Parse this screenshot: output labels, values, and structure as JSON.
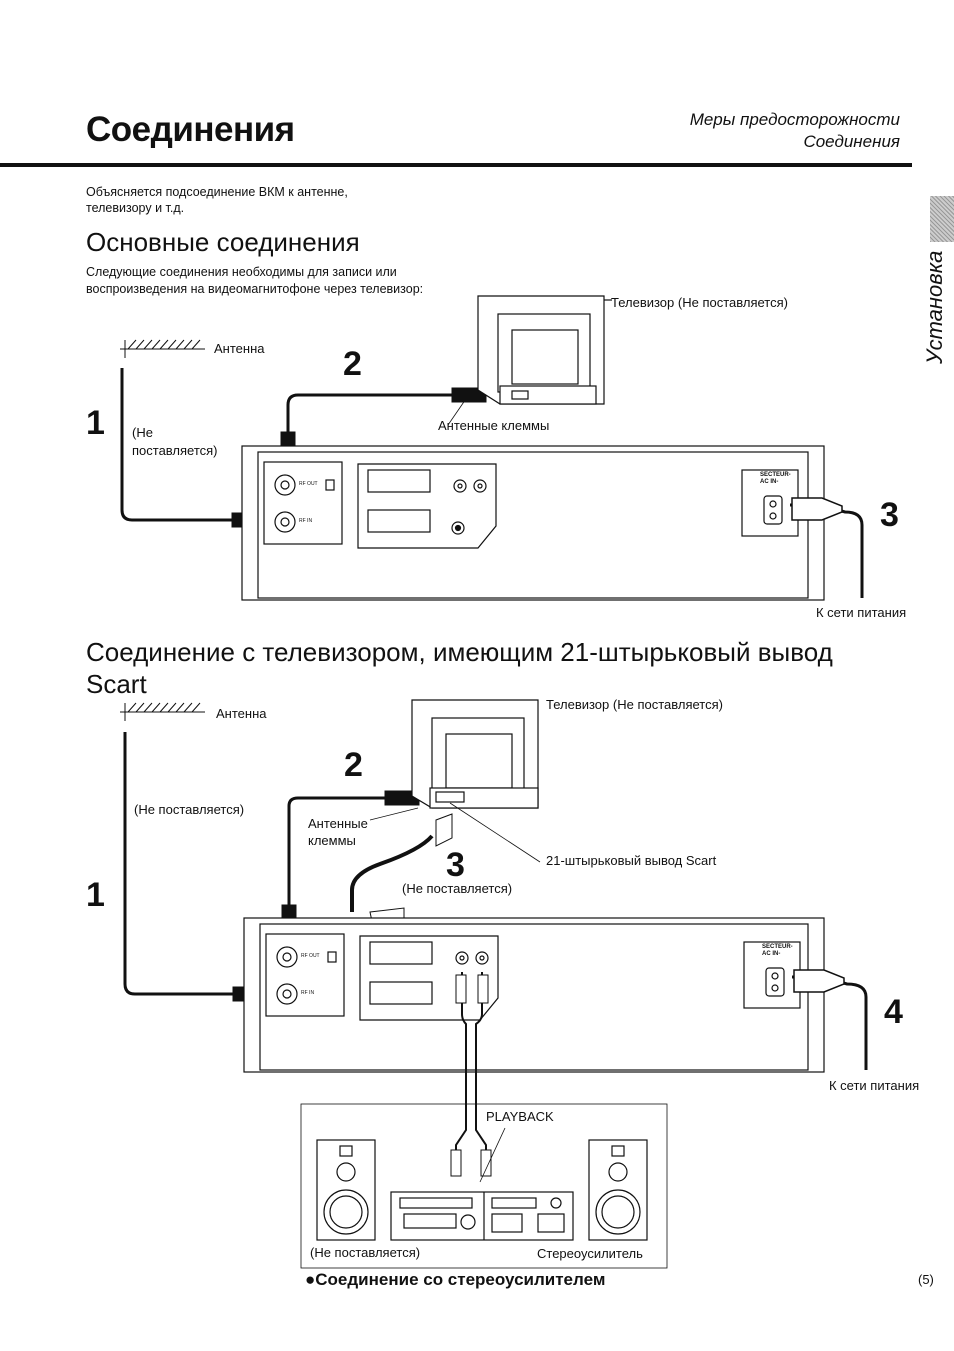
{
  "header": {
    "title": "Соединения",
    "breadcrumb_line1": "Меры предосторожности",
    "breadcrumb_line2": "Соединения"
  },
  "intro": "Объясняется подсоединение ВКМ к антенне, телевизору и т.д.",
  "side_tab": "Установка",
  "section1": {
    "heading": "Основные соединения",
    "paragraph": "Следующие соединения необходимы для записи или воспроизведения на видеомагнитофоне через телевизор:",
    "tv_label": "Телевизор (Не поставляется)",
    "antenna_label": "Антенна",
    "not_supplied": "(Не поставляется)",
    "antenna_terminals": "Антенные клеммы",
    "power_label": "К сети питания",
    "step1": "1",
    "step2": "2",
    "step3": "3"
  },
  "section2": {
    "heading": "Соединение с телевизором, имеющим 21-штырьковый вывод Scart",
    "tv_label": "Телевизор (Не поставляется)",
    "antenna_label": "Антенна",
    "not_supplied_1": "(Не поставляется)",
    "antenna_terminals_1": "Антенные",
    "antenna_terminals_2": "клеммы",
    "scart_label": "21-штырьковый вывод Scart",
    "not_supplied_2": "(Не поставляется)",
    "power_label": "К сети питания",
    "step1": "1",
    "step2": "2",
    "step3": "3",
    "step4": "4"
  },
  "stereo": {
    "playback": "PLAYBACK",
    "not_supplied": "(Не поставляется)",
    "amplifier": "Стереоусилитель",
    "caption": "●Соединение со стереоусилителем"
  },
  "vcr": {
    "secteur": "SECTEUR-",
    "ac_in": "AC IN-",
    "rf_out": "RF OUT",
    "rf_in": "RF IN"
  },
  "page_number": "(5)"
}
